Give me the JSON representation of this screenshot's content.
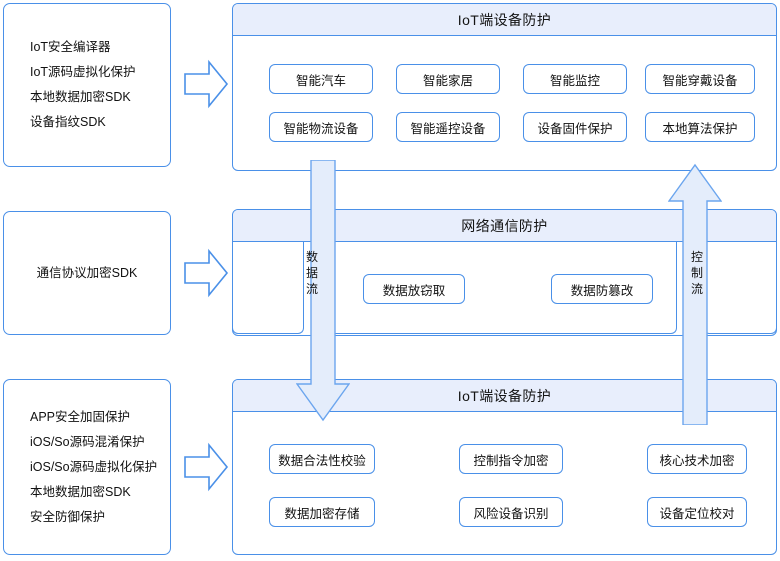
{
  "left_boxes": [
    {
      "name": "iot-device-capabilities",
      "lines": [
        "IoT安全编译器",
        "IoT源码虚拟化保护",
        "本地数据加密SDK",
        "设备指纹SDK"
      ]
    },
    {
      "name": "network-capabilities",
      "lines": [
        "通信协议加密SDK"
      ]
    },
    {
      "name": "app-capabilities",
      "lines": [
        "APP安全加固保护",
        "iOS/So源码混淆保护",
        "iOS/So源码虚拟化保护",
        "本地数据加密SDK",
        "安全防御保护"
      ]
    }
  ],
  "panels": [
    {
      "name": "panel-iot-device-top",
      "title": "IoT端设备防护",
      "items": [
        "智能汽车",
        "智能家居",
        "智能监控",
        "智能穿戴设备",
        "智能物流设备",
        "智能遥控设备",
        "设备固件保护",
        "本地算法保护"
      ]
    },
    {
      "name": "panel-network-communication",
      "title": "网络通信防护",
      "items": [
        "数据放窃取",
        "数据防篡改"
      ]
    },
    {
      "name": "panel-iot-device-bottom",
      "title": "IoT端设备防护",
      "items": [
        "数据合法性校验",
        "控制指令加密",
        "核心技术加密",
        "数据加密存储",
        "风险设备识别",
        "设备定位校对"
      ]
    }
  ],
  "flows": [
    {
      "name": "data-flow-arrow",
      "label": "数据流",
      "direction": "down"
    },
    {
      "name": "control-flow-arrow",
      "label": "控制流",
      "direction": "up"
    }
  ],
  "colors": {
    "border": "#4a90e8",
    "header_fill": "#e8eefc",
    "arrow_fill": "#e4edfb",
    "page_bg": "#ffffff"
  }
}
